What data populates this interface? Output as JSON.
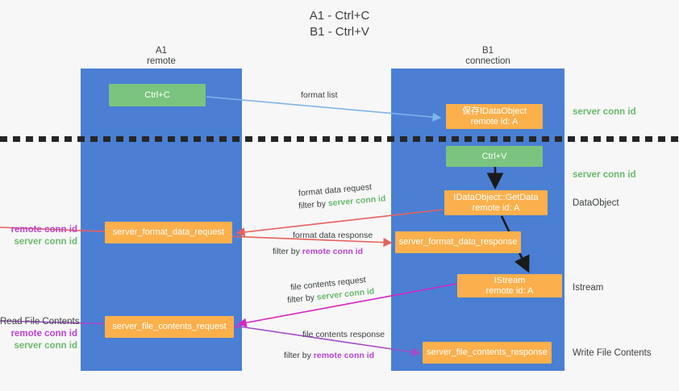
{
  "title": {
    "line1": "A1 - Ctrl+C",
    "line2": "B1 - Ctrl+V"
  },
  "lanes": [
    {
      "name": "A1",
      "sub": "remote"
    },
    {
      "name": "B1",
      "sub": "connection"
    }
  ],
  "nodes": {
    "ctrl_c": {
      "line1": "Ctrl+C",
      "line2": ""
    },
    "idataobject": {
      "line1": "保存IDataObject",
      "line2": "remote id: A"
    },
    "ctrl_v": {
      "line1": "Ctrl+V",
      "line2": ""
    },
    "getdata": {
      "line1": "IDataObject::GetData",
      "line2": "remote id: A"
    },
    "server_format_data_request": {
      "line1": "server_format_data_request",
      "line2": ""
    },
    "server_format_data_response": {
      "line1": "server_format_data_response",
      "line2": ""
    },
    "istream": {
      "line1": "IStream",
      "line2": "remote id: A"
    },
    "server_file_contents_request": {
      "line1": "server_file_contents_request",
      "line2": ""
    },
    "server_file_contents_response": {
      "line1": "server_file_contents_response",
      "line2": ""
    }
  },
  "side_notes": {
    "server_conn_id_1": "server conn id",
    "server_conn_id_2": "server conn id",
    "dataobject": "DataObject",
    "istream": "Istream",
    "write_file_contents": "Write File Contents"
  },
  "left_notes": {
    "group1": {
      "remote": "remote conn id",
      "server": "server conn id"
    },
    "group2": {
      "heading": "Read File Contents",
      "remote": "remote conn id",
      "server": "server conn id"
    }
  },
  "edge_labels": {
    "format_list": "format list",
    "format_data_request": "format data request",
    "format_data_request_filter_prefix": "filter by ",
    "format_data_request_filter_key": "server conn id",
    "format_data_response": "format data response",
    "format_data_response_filter_prefix": "filter by ",
    "format_data_response_filter_key": "remote conn id",
    "file_contents_request": "file contents request",
    "file_contents_request_filter_prefix": "filter by ",
    "file_contents_request_filter_key": "server conn id",
    "file_contents_response": "file contents response",
    "file_contents_response_filter_prefix": "filter by ",
    "file_contents_response_filter_key": "remote conn id"
  },
  "colors": {
    "lane": "#4a7fd4",
    "green_node": "#7ac47f",
    "orange_node": "#fbb04c",
    "server_conn_id": "#67bb6a",
    "remote_conn_id": "#bb44d4",
    "arrow_blue": "#7fb4e8",
    "arrow_red": "#e8605a",
    "arrow_magenta": "#d824c0",
    "arrow_purple": "#a549c8",
    "arrow_black": "#1a1a1a",
    "dashed_line": "#262626",
    "background": "#f7f7f7"
  }
}
